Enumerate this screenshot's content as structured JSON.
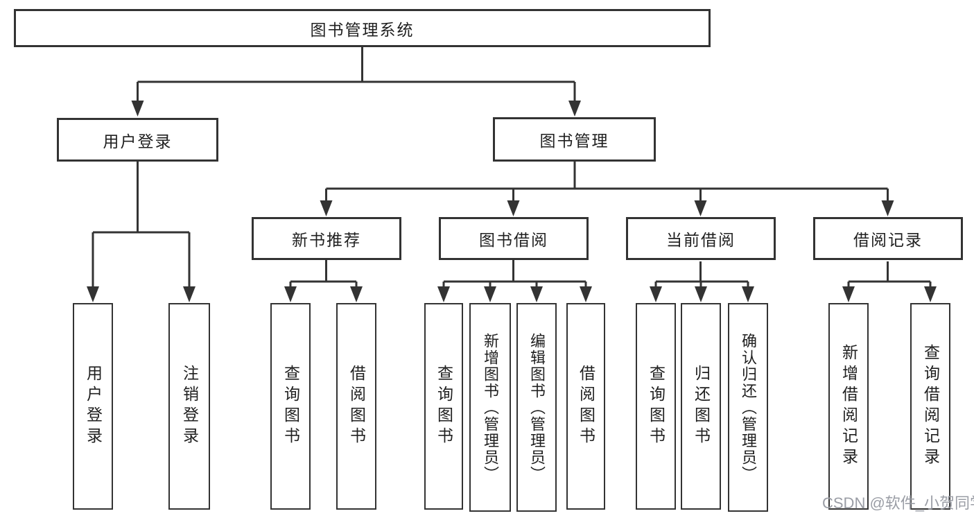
{
  "diagram": {
    "root": {
      "label": "图书管理系统"
    },
    "branches": [
      {
        "label": "用户登录",
        "children": [
          {
            "label": "用户登录"
          },
          {
            "label": "注销登录"
          }
        ]
      },
      {
        "label": "图书管理",
        "children": [
          {
            "label": "新书推荐",
            "children": [
              {
                "label": "查询图书"
              },
              {
                "label": "借阅图书"
              }
            ]
          },
          {
            "label": "图书借阅",
            "children": [
              {
                "label": "查询图书"
              },
              {
                "label": "新增图书（管理员）"
              },
              {
                "label": "编辑图书（管理员）"
              },
              {
                "label": "借阅图书"
              }
            ]
          },
          {
            "label": "当前借阅",
            "children": [
              {
                "label": "查询图书"
              },
              {
                "label": "归还图书"
              },
              {
                "label": "确认归还（管理员）"
              }
            ]
          },
          {
            "label": "借阅记录",
            "children": [
              {
                "label": "新增借阅记录"
              },
              {
                "label": "查询借阅记录"
              }
            ]
          }
        ]
      }
    ]
  },
  "watermark": {
    "text": "CSDN @软件_小贺同学"
  },
  "colors": {
    "line": "#333333",
    "text": "#1f1f1f",
    "box_background": "#ffffff",
    "watermark": "#90939c"
  }
}
